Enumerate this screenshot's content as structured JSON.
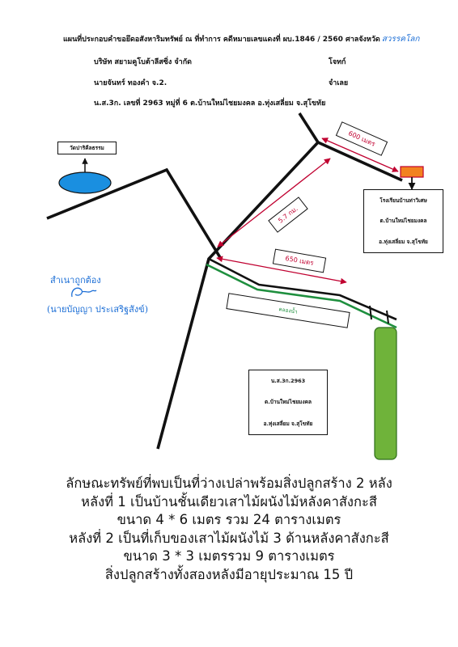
{
  "header": {
    "title": "แผนที่ประกอบคำขอยึดอสังหาริมทรัพย์ ณ ที่ทำการ คดีหมายเลขแดงที่ ผบ.1846 / 2560 ศาลจังหวัด",
    "court_handwritten": "สวรรคโลก",
    "company": "บริษัท สยามคูโบต้าลีสซิ่ง จำกัด",
    "plaintiff_label": "โจทก์",
    "defendant_name": "นายจันทร์ ทองคำ จ.2.",
    "defendant_label": "จำเลย",
    "deed": "น.ส.3ก. เลขที่ 2963 หมู่ที่ 6 ต.บ้านใหม่ไชยมงคล อ.ทุ่งเสลี่ยม จ.สุโขทัย"
  },
  "map": {
    "temple_label": "วัดปาริคีลธรรม",
    "school_lines": [
      "โรงเรียนบ้านท่าวิเศษ",
      "ต.บ้านใหม่ไชยมงคล",
      "อ.ทุ่งเสลี่ยม จ.สุโขทัย"
    ],
    "dist_top": "600 เมตร",
    "dist_diag": "5.7 กม.",
    "dist_mid": "650 เมตร",
    "canal_label": "คลองน้ำ",
    "plot_lines": [
      "น.ส.3ก.2963",
      "ต.บ้านใหม่ไชยมงคล",
      "อ.ทุ่งเสลี่ยม จ.สุโขทัย"
    ],
    "colors": {
      "road": "#111111",
      "canal": "#1e8f3e",
      "plot": "#6fb33a",
      "pond": "#1a8fe0",
      "school_marker": "#f2821f",
      "distance": "#c00030"
    }
  },
  "certification": {
    "text": "สำเนาถูกต้อง",
    "signer": "(นายบัญญา  ประเสริฐสังข์)"
  },
  "description": [
    "ลักษณะทรัพย์ที่พบเป็นที่ว่างเปล่าพร้อมสิ่งปลูกสร้าง 2 หลัง",
    "หลังที่ 1 เป็นบ้านชั้นเดียวเสาไม้ผนังไม้หลังคาสังกะสี",
    "ขนาด 4 * 6 เมตร รวม 24 ตารางเมตร",
    "หลังที่ 2 เป็นที่เก็บของเสาไม้ผนังไม้ 3 ด้านหลังคาสังกะสี",
    "ขนาด 3 * 3 เมตรรวม 9 ตารางเมตร",
    "สิ่งปลูกสร้างทั้งสองหลังมีอายุประมาณ 15 ปี"
  ]
}
